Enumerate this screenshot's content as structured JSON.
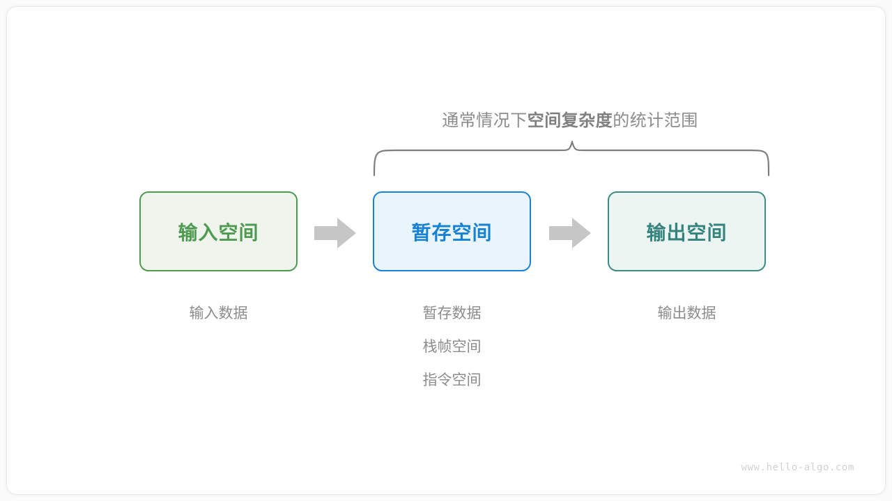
{
  "diagram": {
    "brace_caption": {
      "prefix": "通常情况下",
      "emphasis": "空间复杂度",
      "suffix": "的统计范围"
    },
    "boxes": [
      {
        "name": "input-space",
        "label": "输入空间",
        "fill": "#eff5ec",
        "border": "#4e9a4e",
        "text_color": "#4e9a51"
      },
      {
        "name": "temp-space",
        "label": "暂存空间",
        "fill": "#e9f4fc",
        "border": "#1782d2",
        "text_color": "#1782d2"
      },
      {
        "name": "output-space",
        "label": "输出空间",
        "fill": "#edf5f3",
        "border": "#3d8b83",
        "text_color": "#34837d"
      }
    ],
    "arrows": [
      {
        "name": "arrow-input-to-temp",
        "icon": "right-block-arrow-icon",
        "color": "#c6c6c6"
      },
      {
        "name": "arrow-temp-to-output",
        "icon": "right-block-arrow-icon",
        "color": "#c6c6c6"
      }
    ],
    "captions": [
      {
        "column": "input",
        "lines": [
          "输入数据"
        ]
      },
      {
        "column": "temp",
        "lines": [
          "暂存数据",
          "栈帧空间",
          "指令空间"
        ]
      },
      {
        "column": "output",
        "lines": [
          "输出数据"
        ]
      }
    ],
    "brace": {
      "name": "curly-brace-icon",
      "color": "#7d7d7d"
    },
    "watermark": "www.hello-algo.com"
  }
}
